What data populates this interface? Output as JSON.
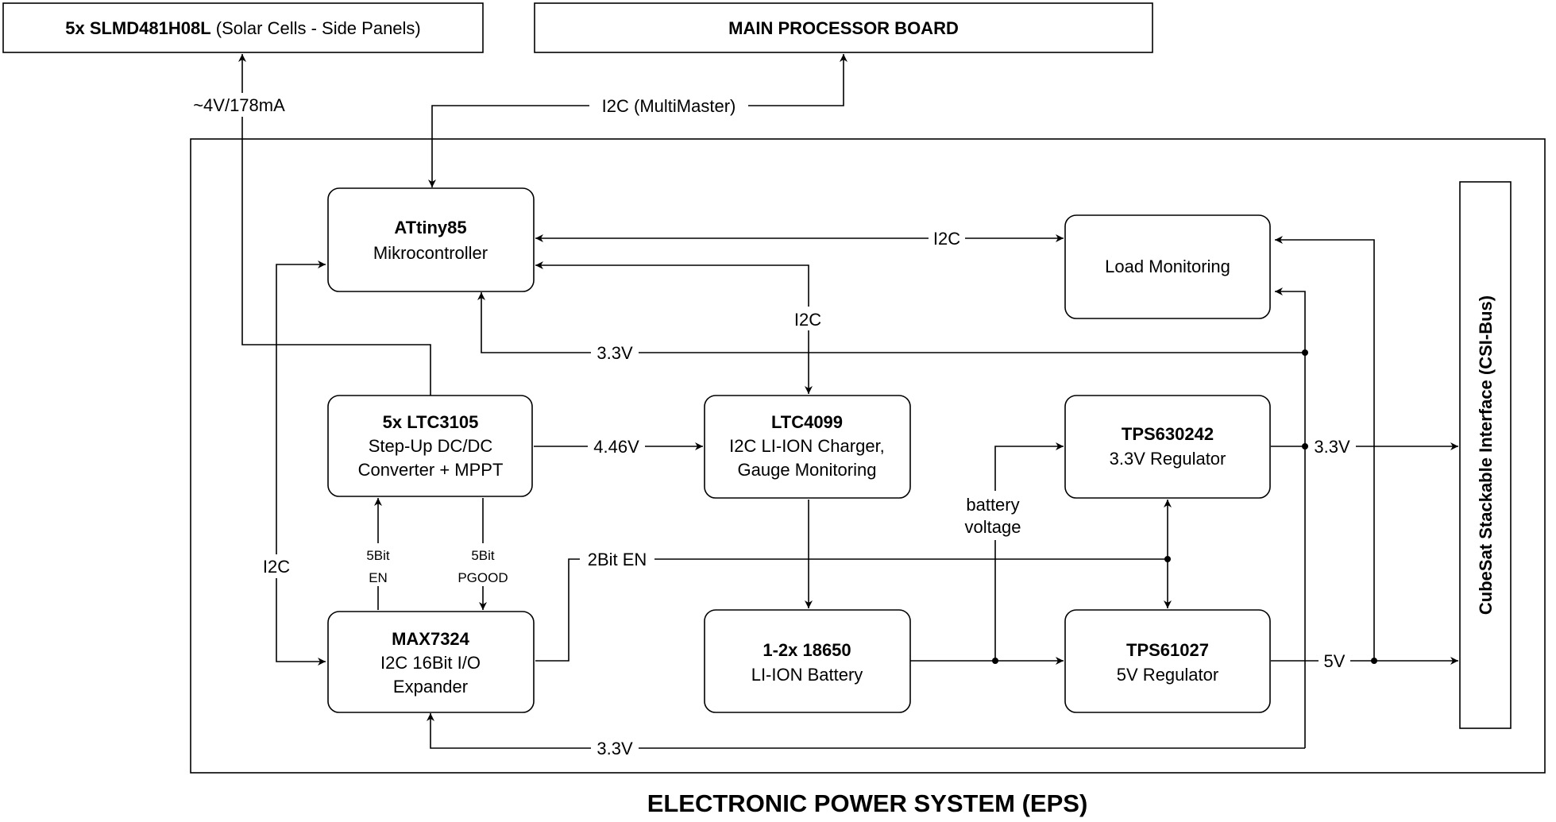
{
  "top_boxes": {
    "solar": {
      "title": "5x SLMD481H08L",
      "text": " (Solar Cells - Side Panels)"
    },
    "main_processor": {
      "title": "MAIN PROCESSOR BOARD"
    }
  },
  "blocks": {
    "attiny": {
      "title": "ATtiny85",
      "text": "Mikrocontroller"
    },
    "load_monitoring": {
      "text": "Load Monitoring"
    },
    "ltc3105": {
      "title": "5x LTC3105",
      "line1": "Step-Up DC/DC",
      "line2": "Converter + MPPT"
    },
    "ltc4099": {
      "title": "LTC4099",
      "line1": "I2C LI-ION Charger,",
      "line2": "Gauge Monitoring"
    },
    "tps630242": {
      "title": "TPS630242",
      "text": "3.3V Regulator"
    },
    "max7324": {
      "title": "MAX7324",
      "line1": "I2C 16Bit I/O",
      "line2": "Expander"
    },
    "battery": {
      "title": "1-2x 18650",
      "text": "LI-ION Battery"
    },
    "tps61027": {
      "title": "TPS61027",
      "text": "5V Regulator"
    },
    "csi_bus": {
      "text": "CubeSat Stackable Interface (CSI-Bus)"
    }
  },
  "labels": {
    "solar_power": "~4V/178mA",
    "i2c_multimaster": "I2C (MultiMaster)",
    "i2c_load": "I2C",
    "i2c_charger": "I2C",
    "v33_attiny": "3.3V",
    "v446": "4.46V",
    "v33_out": "3.3V",
    "battery_voltage_1": "battery",
    "battery_voltage_2": "voltage",
    "i2c_left": "I2C",
    "en_bits": "5Bit",
    "en": "EN",
    "pgood_bits": "5Bit",
    "pgood": "PGOOD",
    "two_bit_en": "2Bit EN",
    "v5_out": "5V",
    "v33_max": "3.3V"
  },
  "caption": "ELECTRONIC POWER SYSTEM (EPS)"
}
